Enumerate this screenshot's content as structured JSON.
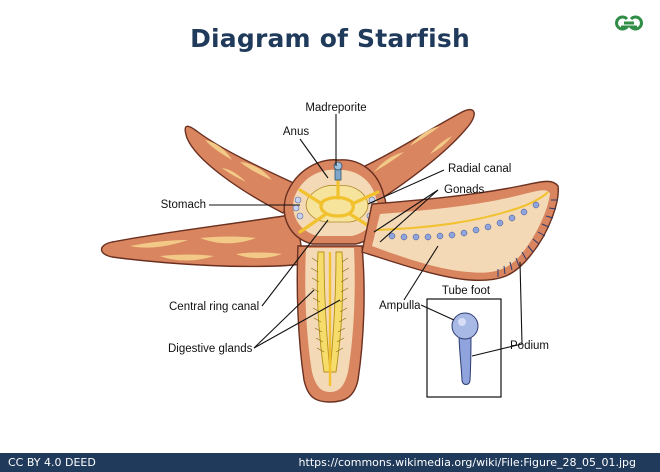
{
  "title": "Diagram of Starfish",
  "brand": {
    "logo_icon": "geeksforgeeks-logo",
    "color": "#2f8d46"
  },
  "labels": {
    "madreporite": "Madreporite",
    "anus": "Anus",
    "radial_canal": "Radial canal",
    "gonads": "Gonads",
    "stomach": "Stomach",
    "central_ring_canal": "Central ring canal",
    "ampulla": "Ampulla",
    "tube_foot": "Tube foot",
    "digestive_glands": "Digestive glands",
    "podium": "Podium"
  },
  "footer": {
    "license": "CC BY 4.0 DEED",
    "source": "https://commons.wikimedia.org/wiki/File:Figure_28_05_01.jpg"
  },
  "colors": {
    "title": "#1f3a5a",
    "footer_bg": "#1f3a5a",
    "arm_skin": "#d9855f",
    "arm_spots": "#f2c987",
    "cut_surface": "#f3d9b5",
    "water_vascular": "#f2c12e",
    "tube_foot": "#8fa3dc"
  }
}
